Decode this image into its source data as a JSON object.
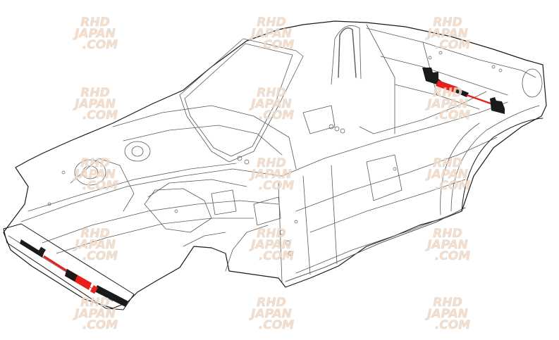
{
  "image": {
    "subject": "Car body-in-white line drawing (open-top roadster) with highlighted bracing bars",
    "line_color": "#3a3a3a",
    "outline_color": "#111111",
    "highlight_color": "#e8201c",
    "bracket_color": "#1a1a1a"
  },
  "parts": [
    {
      "name": "front-tension-bar",
      "location": "front bumper reinforcement",
      "colors": [
        "#1a1a1a",
        "#e8201c"
      ]
    },
    {
      "name": "rear-tension-bar",
      "location": "rear deck behind roll hoop",
      "colors": [
        "#1a1a1a",
        "#e8201c"
      ]
    }
  ],
  "watermark": {
    "lines": [
      "RHD",
      "JAPAN",
      ".COM"
    ],
    "color": "#f6d9c2",
    "grid_columns": 3,
    "grid_rows": 5
  }
}
